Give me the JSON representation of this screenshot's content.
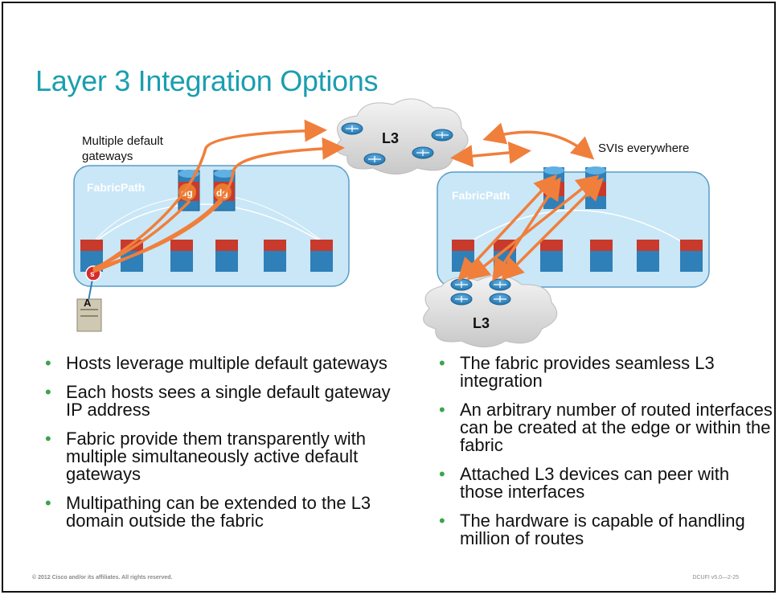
{
  "title": "Layer 3 Integration Options",
  "diagram": {
    "left_label_line1": "Multiple default",
    "left_label_line2": "gateways",
    "right_label": "SVIs everywhere",
    "left_fabric_label": "FabricPath",
    "right_fabric_label": "FabricPath",
    "top_cloud_label": "L3",
    "bottom_cloud_label": "L3",
    "gateway_badge": "dg",
    "switch_badge": "s",
    "host_label": "A"
  },
  "bullets_left": [
    "Hosts leverage multiple default gateways",
    "Each hosts sees a single default gateway IP address",
    "Fabric provide them transparently with multiple simultaneously active default gateways",
    "Multipathing can be extended to the L3 domain outside the fabric"
  ],
  "bullets_right": [
    "The fabric provides seamless L3 integration",
    "An arbitrary number of routed interfaces can be created at the edge or within the fabric",
    "Attached L3 devices can peer with those interfaces",
    "The hardware is capable of handling million of routes"
  ],
  "footer_left": "© 2012 Cisco and/or its affiliates. All rights reserved.",
  "footer_right": "DCUFI v5.0—2-25",
  "colors": {
    "title": "#1a9eb0",
    "fabric_fill": "#c9e7f7",
    "fabric_stroke": "#5a9cc5",
    "arrow": "#f07f3c",
    "bullet": "#3fa34d",
    "router": "#2f7fb8"
  }
}
